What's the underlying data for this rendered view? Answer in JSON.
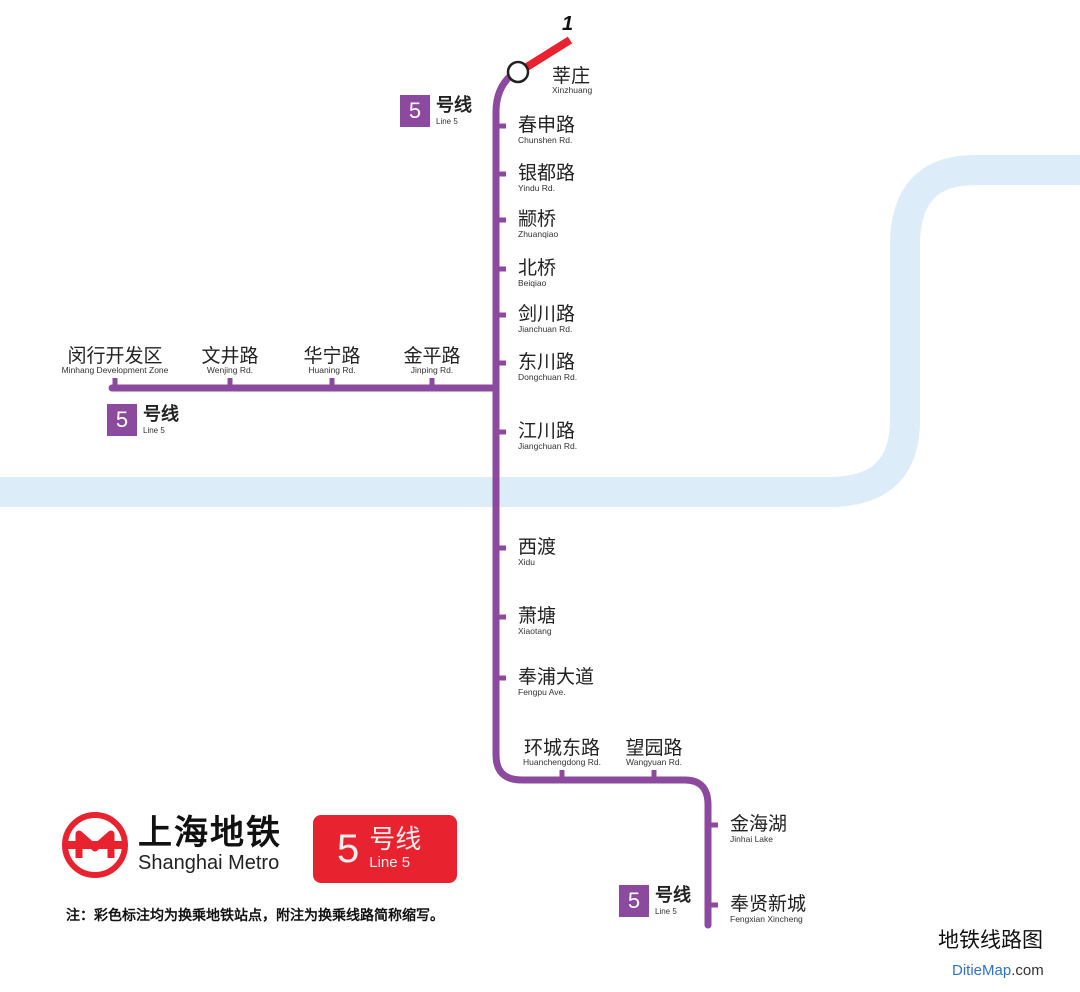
{
  "map": {
    "line_color": "#8c4a9e",
    "interchange_line_color": "#e8232f",
    "river_color": "#dcecf8",
    "interchange_line_number": "1"
  },
  "stations": [
    {
      "cn": "莘庄",
      "en": "Xinzhuang",
      "interchange": true
    },
    {
      "cn": "春申路",
      "en": "Chunshen Rd."
    },
    {
      "cn": "银都路",
      "en": "Yindu Rd."
    },
    {
      "cn": "颛桥",
      "en": "Zhuanqiao"
    },
    {
      "cn": "北桥",
      "en": "Beiqiao"
    },
    {
      "cn": "剑川路",
      "en": "Jianchuan Rd."
    },
    {
      "cn": "东川路",
      "en": "Dongchuan Rd."
    },
    {
      "cn": "江川路",
      "en": "Jiangchuan Rd."
    },
    {
      "cn": "西渡",
      "en": "Xidu"
    },
    {
      "cn": "萧塘",
      "en": "Xiaotang"
    },
    {
      "cn": "奉浦大道",
      "en": "Fengpu Ave."
    },
    {
      "cn": "环城东路",
      "en": "Huanchengdong Rd."
    },
    {
      "cn": "望园路",
      "en": "Wangyuan Rd."
    },
    {
      "cn": "金海湖",
      "en": "Jinhai Lake"
    },
    {
      "cn": "奉贤新城",
      "en": "Fengxian Xincheng"
    }
  ],
  "branch_stations": [
    {
      "cn": "闵行开发区",
      "en": "Minhang Development Zone"
    },
    {
      "cn": "文井路",
      "en": "Wenjing Rd."
    },
    {
      "cn": "华宁路",
      "en": "Huaning Rd."
    },
    {
      "cn": "金平路",
      "en": "Jinping Rd."
    }
  ],
  "line_badge": {
    "number": "5",
    "cn": "号线",
    "en": "Line 5"
  },
  "brand": {
    "cn": "上海地铁",
    "en": "Shanghai Metro"
  },
  "line_badge_large": {
    "number": "5",
    "cn": "号线",
    "en": "Line 5"
  },
  "note": "注：彩色标注均为换乘地铁站点，附注为换乘线路简称缩写。",
  "watermark": {
    "cn": "地铁线路图",
    "en_a": "DitieMap",
    "en_b": ".com"
  }
}
